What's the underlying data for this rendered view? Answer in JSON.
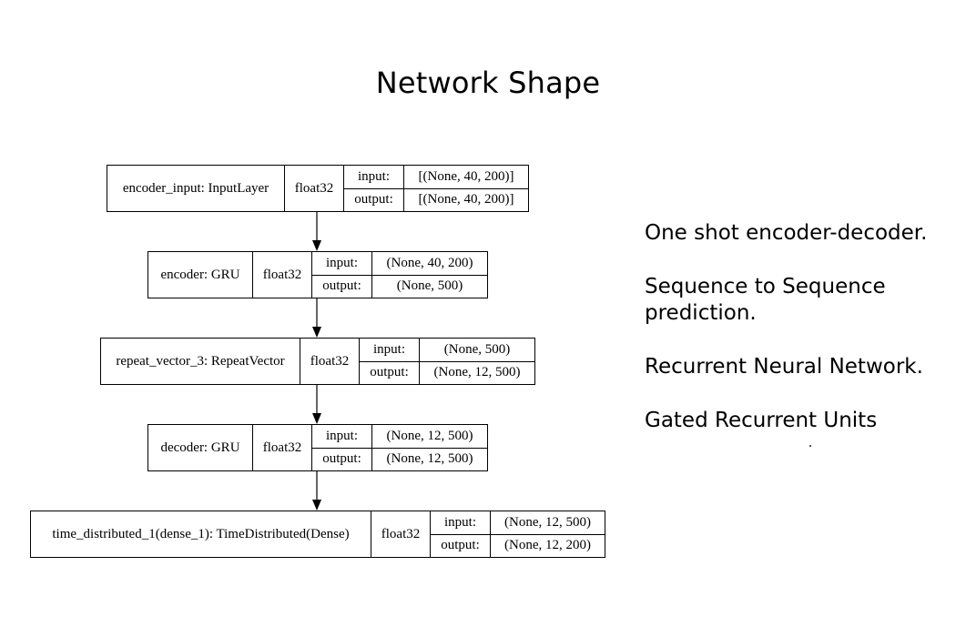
{
  "title": "Network Shape",
  "layers": [
    {
      "name": "encoder_input: InputLayer",
      "dtype": "float32",
      "input_label": "input:",
      "input": "[(None, 40, 200)]",
      "output_label": "output:",
      "output": "[(None, 40, 200)]"
    },
    {
      "name": "encoder: GRU",
      "dtype": "float32",
      "input_label": "input:",
      "input": "(None, 40, 200)",
      "output_label": "output:",
      "output": "(None, 500)"
    },
    {
      "name": "repeat_vector_3: RepeatVector",
      "dtype": "float32",
      "input_label": "input:",
      "input": "(None, 500)",
      "output_label": "output:",
      "output": "(None, 12, 500)"
    },
    {
      "name": "decoder: GRU",
      "dtype": "float32",
      "input_label": "input:",
      "input": "(None, 12, 500)",
      "output_label": "output:",
      "output": "(None, 12, 500)"
    },
    {
      "name": "time_distributed_1(dense_1): TimeDistributed(Dense)",
      "dtype": "float32",
      "input_label": "input:",
      "input": "(None, 12, 500)",
      "output_label": "output:",
      "output": "(None, 12, 200)"
    }
  ],
  "notes": [
    "One shot encoder-decoder.",
    "Sequence to Sequence prediction.",
    "Recurrent Neural Network.",
    "Gated Recurrent Units"
  ]
}
